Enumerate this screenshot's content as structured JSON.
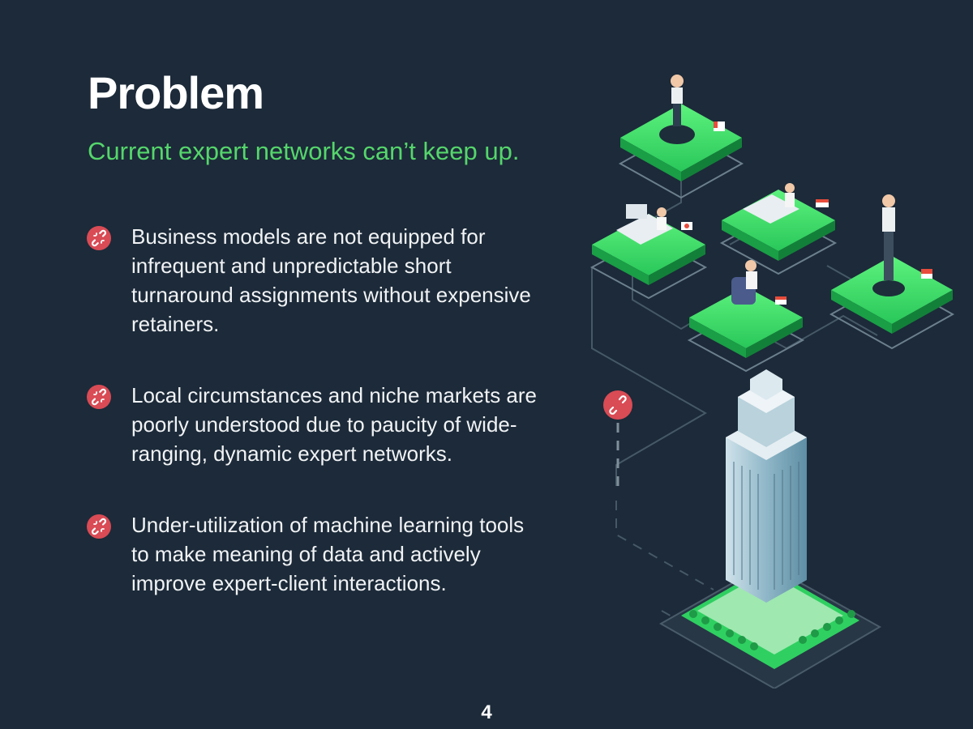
{
  "slide": {
    "title": "Problem",
    "subtitle": "Current expert networks can’t keep up.",
    "bullets": [
      {
        "text": "Business models are not equipped for infrequent and unpredictable short turnaround assignments without expensive retainers."
      },
      {
        "text": "Local circumstances and niche markets are poorly understood due to paucity of wide-ranging, dynamic expert networks."
      },
      {
        "text": "Under-utilization of machine learning tools to make meaning of data and actively improve expert-client interactions."
      }
    ],
    "page_number": "4"
  },
  "icons": {
    "bullet_icon": "broken-link-icon",
    "illustration_link_icon": "broken-link-icon"
  },
  "colors": {
    "background": "#1c2a39",
    "accent_green": "#55d66b",
    "icon_red": "#d94b55",
    "text": "#f1f3f5"
  }
}
